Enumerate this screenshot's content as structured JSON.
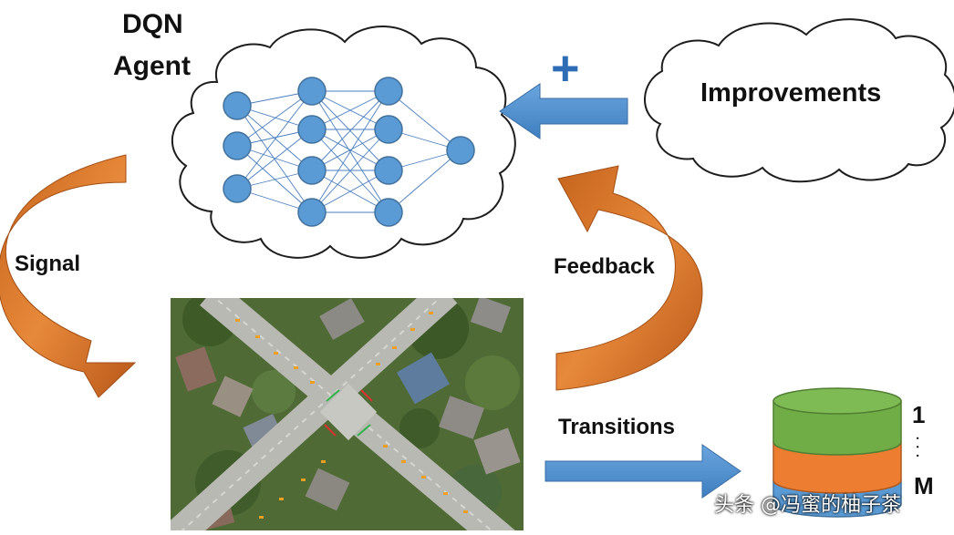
{
  "diagram": {
    "agent_title_line1": "DQN",
    "agent_title_line2": "Agent",
    "improvements_label": "Improvements",
    "plus_sign": "+",
    "signal_label": "Signal",
    "feedback_label": "Feedback",
    "transitions_label": "Transitions",
    "memory_top_label": "1",
    "memory_ellipsis": "...",
    "memory_bottom_label": "M"
  },
  "watermark": "头条 @冯蜜的柚子茶",
  "colors": {
    "arrow_orange": "#d9772a",
    "arrow_blue": "#5b9bd5",
    "neuron_blue": "#5b9bd5",
    "db_green": "#70ad47",
    "db_orange": "#ed7d31",
    "db_blue": "#5b9bd5"
  }
}
